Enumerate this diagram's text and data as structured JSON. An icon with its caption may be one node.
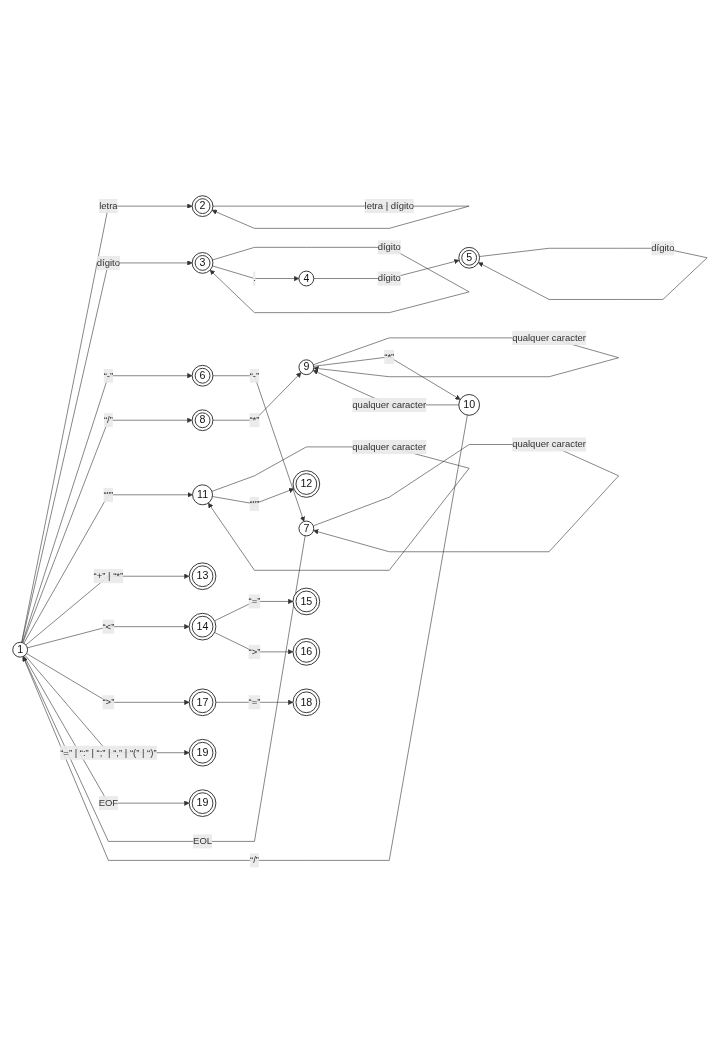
{
  "diagram": {
    "nodes": [
      {
        "text": [
          "1"
        ]
      },
      {
        "text": [
          "2"
        ]
      },
      {
        "text": [
          "3"
        ]
      },
      {
        "text": [
          "4"
        ]
      },
      {
        "text": [
          "5"
        ]
      },
      {
        "text": [
          "6"
        ]
      },
      {
        "text": [
          "7"
        ]
      },
      {
        "text": [
          "8"
        ]
      },
      {
        "text": [
          "9"
        ]
      },
      {
        "text": [
          "10"
        ]
      },
      {
        "text": [
          "11"
        ]
      },
      {
        "text": [
          "12"
        ]
      },
      {
        "text": [
          "13"
        ]
      },
      {
        "text": [
          "14"
        ]
      },
      {
        "text": [
          "15"
        ]
      },
      {
        "text": [
          "16"
        ]
      },
      {
        "text": [
          "17"
        ]
      },
      {
        "text": [
          "18"
        ]
      },
      {
        "text": [
          "19"
        ]
      },
      {
        "text": [
          "19"
        ]
      }
    ],
    "edges": [
      {
        "from": 0,
        "to": 1,
        "arrow": "to",
        "label": "letra"
      },
      {
        "from": 1,
        "to": 1,
        "arrow": "to",
        "label": "letra | dígito"
      },
      {
        "from": 0,
        "to": 2,
        "arrow": "to",
        "label": "dígito"
      },
      {
        "from": 2,
        "to": 2,
        "arrow": "to",
        "label": "dígito"
      },
      {
        "from": 2,
        "to": 3,
        "arrow": "to",
        "label": "."
      },
      {
        "from": 3,
        "to": 4,
        "arrow": "to",
        "label": "dígito"
      },
      {
        "from": 4,
        "to": 4,
        "arrow": "to",
        "label": "dígito"
      },
      {
        "from": 0,
        "to": 5,
        "arrow": "to",
        "label": "“-”"
      },
      {
        "from": 5,
        "to": 6,
        "arrow": "to",
        "label": "“-”"
      },
      {
        "from": 6,
        "to": 6,
        "arrow": "to",
        "label": "qualquer caracter"
      },
      {
        "from": 6,
        "to": 0,
        "arrow": "to",
        "label": "EOL"
      },
      {
        "from": 0,
        "to": 7,
        "arrow": "to",
        "label": "“/”"
      },
      {
        "from": 7,
        "to": 8,
        "arrow": "to",
        "label": "“*”"
      },
      {
        "from": 8,
        "to": 8,
        "arrow": "to",
        "label": "qualquer caracter"
      },
      {
        "from": 8,
        "to": 9,
        "arrow": "to",
        "label": "“*”"
      },
      {
        "from": 9,
        "to": 8,
        "arrow": "to",
        "label": "qualquer caracter"
      },
      {
        "from": 9,
        "to": 0,
        "arrow": "to",
        "label": "“/”"
      },
      {
        "from": 0,
        "to": 10,
        "arrow": "to",
        "label": "“\"”"
      },
      {
        "from": 10,
        "to": 10,
        "arrow": "to",
        "label": "qualquer caracter"
      },
      {
        "from": 10,
        "to": 11,
        "arrow": "to",
        "label": "“\"”"
      },
      {
        "from": 0,
        "to": 12,
        "arrow": "to",
        "label": "“+” | “*”"
      },
      {
        "from": 0,
        "to": 13,
        "arrow": "to",
        "label": "“<”"
      },
      {
        "from": 13,
        "to": 14,
        "arrow": "to",
        "label": "“=”"
      },
      {
        "from": 13,
        "to": 15,
        "arrow": "to",
        "label": "“>”"
      },
      {
        "from": 0,
        "to": 16,
        "arrow": "to",
        "label": "“>”"
      },
      {
        "from": 16,
        "to": 17,
        "arrow": "to",
        "label": "“=”"
      },
      {
        "from": 0,
        "to": 18,
        "arrow": "to",
        "label": "“=” | “:” | “;” | “,” | “(” | “)”"
      },
      {
        "from": 0,
        "to": 19,
        "arrow": "to",
        "label": "EOF"
      }
    ]
  }
}
